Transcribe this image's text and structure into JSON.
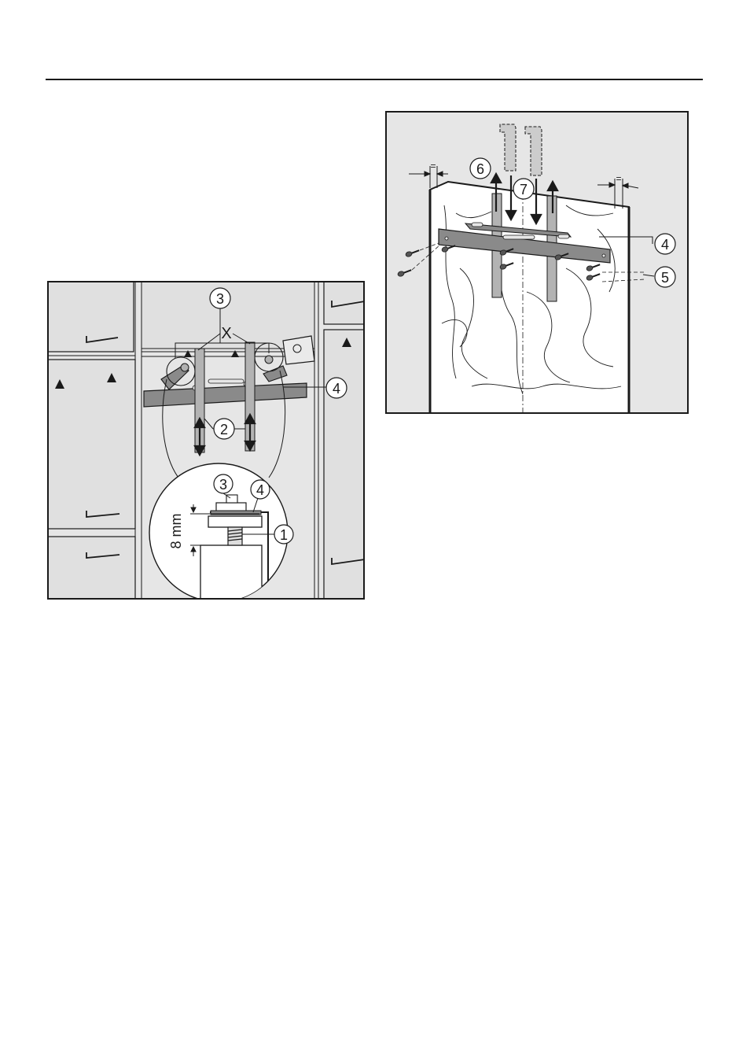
{
  "figures": {
    "left": {
      "callouts": {
        "c1": "1",
        "c2": "2",
        "c3_top": "3",
        "c3_inset": "3",
        "c4": "4",
        "c4_inset": "4"
      },
      "mark_x": "X",
      "dimension": "8 mm"
    },
    "right": {
      "callouts": {
        "c4": "4",
        "c5": "5",
        "c6": "6",
        "c7": "7"
      },
      "equal_sign": "="
    }
  },
  "colors": {
    "line": "#1a1a1a",
    "panel_bg": "#e6e6e6",
    "bracket": "#8a8a8a",
    "rail": "#b3b3b3",
    "wood": "#ffffff"
  }
}
